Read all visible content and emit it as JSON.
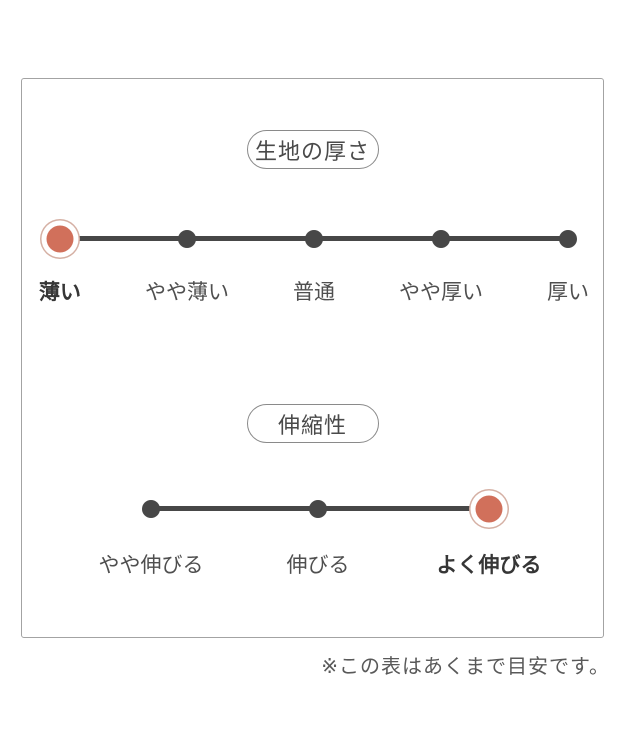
{
  "panel": {
    "scales": [
      {
        "title": "生地の厚さ",
        "selected_value": "薄い",
        "options": [
          {
            "label": "薄い",
            "selected": true
          },
          {
            "label": "やや薄い",
            "selected": false
          },
          {
            "label": "普通",
            "selected": false
          },
          {
            "label": "やや厚い",
            "selected": false
          },
          {
            "label": "厚い",
            "selected": false
          }
        ]
      },
      {
        "title": "伸縮性",
        "selected_value": "よく伸びる",
        "options": [
          {
            "label": "やや伸びる",
            "selected": false
          },
          {
            "label": "伸びる",
            "selected": false
          },
          {
            "label": "よく伸びる",
            "selected": true
          }
        ]
      }
    ]
  },
  "footnote": "※この表はあくまで目安です。",
  "colors": {
    "accent": "#d1705b",
    "accent_ring": "#d5b0a4",
    "track": "#474747",
    "panel_border": "#a3a3a3",
    "text": "#4f4f4f"
  }
}
